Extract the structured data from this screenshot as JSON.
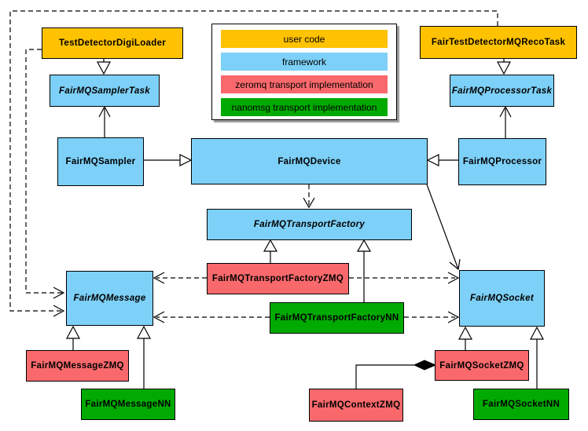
{
  "palette": {
    "user_code": "#FFC200",
    "framework": "#7DD0F7",
    "zeromq": "#F9696C",
    "nanomsg": "#00AA00",
    "edge": "#000000",
    "background": "#FFFFFF"
  },
  "legend": {
    "items": [
      {
        "label": "user code",
        "color": "#FFC200"
      },
      {
        "label": "framework",
        "color": "#7DD0F7"
      },
      {
        "label": "zeromq transport implementation",
        "color": "#F9696C"
      },
      {
        "label": "nanomsg transport implementation",
        "color": "#00AA00"
      }
    ]
  },
  "nodes": {
    "testDetectorDigiLoader": {
      "label": "TestDetectorDigiLoader",
      "category": "user_code",
      "abstract": false,
      "color": "#FFC200"
    },
    "fairTestDetectorMQRecoTask": {
      "label": "FairTestDetectorMQRecoTask",
      "category": "user_code",
      "abstract": false,
      "color": "#FFC200"
    },
    "fairMQSamplerTask": {
      "label": "FairMQSamplerTask",
      "category": "framework",
      "abstract": true,
      "color": "#7DD0F7"
    },
    "fairMQProcessorTask": {
      "label": "FairMQProcessorTask",
      "category": "framework",
      "abstract": true,
      "color": "#7DD0F7"
    },
    "fairMQSampler": {
      "label": "FairMQSampler",
      "category": "framework",
      "abstract": false,
      "color": "#7DD0F7"
    },
    "fairMQDevice": {
      "label": "FairMQDevice",
      "category": "framework",
      "abstract": false,
      "color": "#7DD0F7"
    },
    "fairMQProcessor": {
      "label": "FairMQProcessor",
      "category": "framework",
      "abstract": false,
      "color": "#7DD0F7"
    },
    "fairMQTransportFactory": {
      "label": "FairMQTransportFactory",
      "category": "framework",
      "abstract": true,
      "color": "#7DD0F7"
    },
    "fairMQTransportFactoryZMQ": {
      "label": "FairMQTransportFactoryZMQ",
      "category": "zeromq",
      "abstract": false,
      "color": "#F9696C"
    },
    "fairMQTransportFactoryNN": {
      "label": "FairMQTransportFactoryNN",
      "category": "nanomsg",
      "abstract": false,
      "color": "#00AA00"
    },
    "fairMQMessage": {
      "label": "FairMQMessage",
      "category": "framework",
      "abstract": true,
      "color": "#7DD0F7"
    },
    "fairMQMessageZMQ": {
      "label": "FairMQMessageZMQ",
      "category": "zeromq",
      "abstract": false,
      "color": "#F9696C"
    },
    "fairMQMessageNN": {
      "label": "FairMQMessageNN",
      "category": "nanomsg",
      "abstract": false,
      "color": "#00AA00"
    },
    "fairMQSocket": {
      "label": "FairMQSocket",
      "category": "framework",
      "abstract": true,
      "color": "#7DD0F7"
    },
    "fairMQSocketZMQ": {
      "label": "FairMQSocketZMQ",
      "category": "zeromq",
      "abstract": false,
      "color": "#F9696C"
    },
    "fairMQSocketNN": {
      "label": "FairMQSocketNN",
      "category": "nanomsg",
      "abstract": false,
      "color": "#00AA00"
    },
    "fairMQContextZMQ": {
      "label": "FairMQContextZMQ",
      "category": "zeromq",
      "abstract": false,
      "color": "#F9696C"
    }
  },
  "edges": [
    {
      "from": "TestDetectorDigiLoader",
      "to": "FairMQSamplerTask",
      "type": "generalization"
    },
    {
      "from": "FairTestDetectorMQRecoTask",
      "to": "FairMQProcessorTask",
      "type": "generalization"
    },
    {
      "from": "FairMQSampler",
      "to": "FairMQSamplerTask",
      "type": "association"
    },
    {
      "from": "FairMQProcessor",
      "to": "FairMQProcessorTask",
      "type": "association"
    },
    {
      "from": "FairMQSampler",
      "to": "FairMQDevice",
      "type": "generalization"
    },
    {
      "from": "FairMQProcessor",
      "to": "FairMQDevice",
      "type": "generalization"
    },
    {
      "from": "FairMQDevice",
      "to": "FairMQTransportFactory",
      "type": "dependency"
    },
    {
      "from": "FairMQDevice",
      "to": "FairMQSocket",
      "type": "association"
    },
    {
      "from": "FairMQTransportFactoryZMQ",
      "to": "FairMQTransportFactory",
      "type": "generalization"
    },
    {
      "from": "FairMQTransportFactoryNN",
      "to": "FairMQTransportFactory",
      "type": "generalization"
    },
    {
      "from": "FairMQTransportFactoryZMQ",
      "to": "FairMQMessage",
      "type": "dependency"
    },
    {
      "from": "FairMQTransportFactoryZMQ",
      "to": "FairMQSocket",
      "type": "dependency"
    },
    {
      "from": "FairMQTransportFactoryNN",
      "to": "FairMQMessage",
      "type": "dependency"
    },
    {
      "from": "FairMQTransportFactoryNN",
      "to": "FairMQSocket",
      "type": "dependency"
    },
    {
      "from": "TestDetectorDigiLoader",
      "to": "FairMQMessage",
      "type": "dependency"
    },
    {
      "from": "FairTestDetectorMQRecoTask",
      "to": "FairMQMessage",
      "type": "dependency"
    },
    {
      "from": "FairMQMessageZMQ",
      "to": "FairMQMessage",
      "type": "generalization"
    },
    {
      "from": "FairMQMessageNN",
      "to": "FairMQMessage",
      "type": "generalization"
    },
    {
      "from": "FairMQSocketZMQ",
      "to": "FairMQSocket",
      "type": "generalization"
    },
    {
      "from": "FairMQSocketNN",
      "to": "FairMQSocket",
      "type": "generalization"
    },
    {
      "from": "FairMQSocketZMQ",
      "to": "FairMQContextZMQ",
      "type": "composition"
    }
  ]
}
